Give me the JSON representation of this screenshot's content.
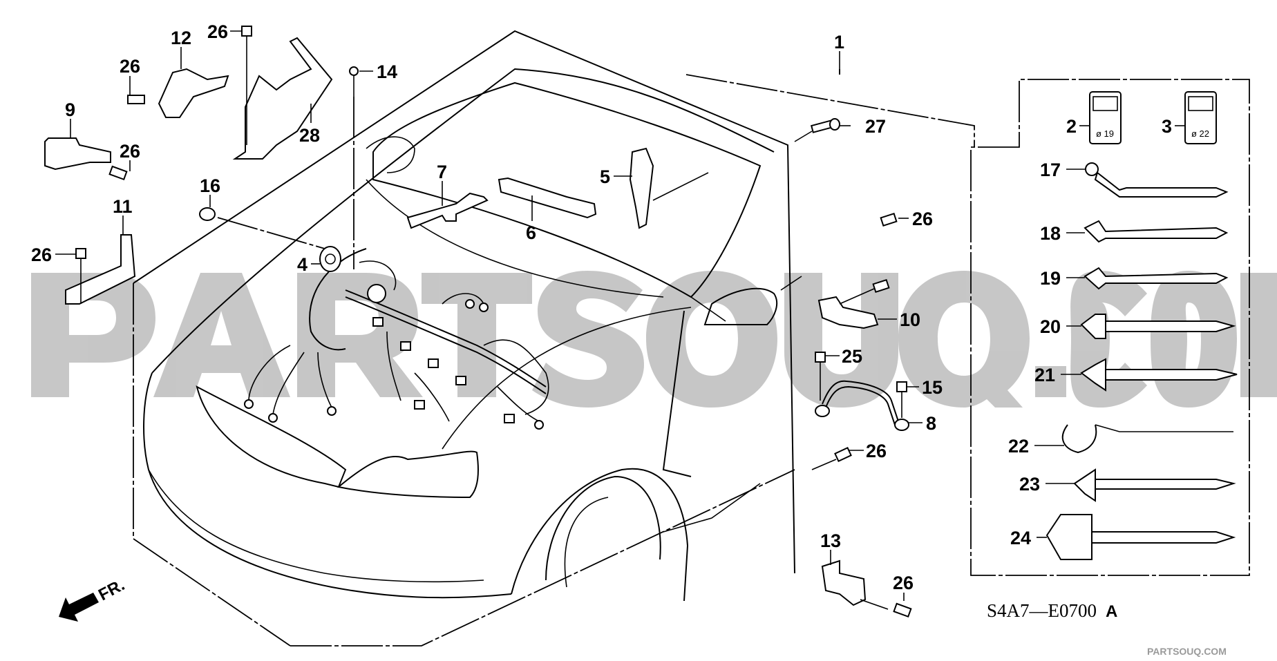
{
  "diagram": {
    "title": "Engine Wire Harness",
    "diagram_code": "S4A7—E0700",
    "diagram_code_suffix": "A",
    "direction_indicator": "FR.",
    "watermark": "PARTSOUQ.COM",
    "connector_sizes": {
      "part_2": "ø 19",
      "part_3": "ø 22"
    },
    "callouts": {
      "c1": "1",
      "c2": "2",
      "c3": "3",
      "c4": "4",
      "c5": "5",
      "c6": "6",
      "c7": "7",
      "c8": "8",
      "c9": "9",
      "c10": "10",
      "c11": "11",
      "c12": "12",
      "c13": "13",
      "c14": "14",
      "c15": "15",
      "c16": "16",
      "c17": "17",
      "c18": "18",
      "c19": "19",
      "c20": "20",
      "c21": "21",
      "c22": "22",
      "c23": "23",
      "c24": "24",
      "c25": "25",
      "c26a": "26",
      "c26b": "26",
      "c26c": "26",
      "c26d": "26",
      "c26e": "26",
      "c26f": "26",
      "c26g": "26",
      "c27": "27",
      "c28": "28"
    }
  }
}
